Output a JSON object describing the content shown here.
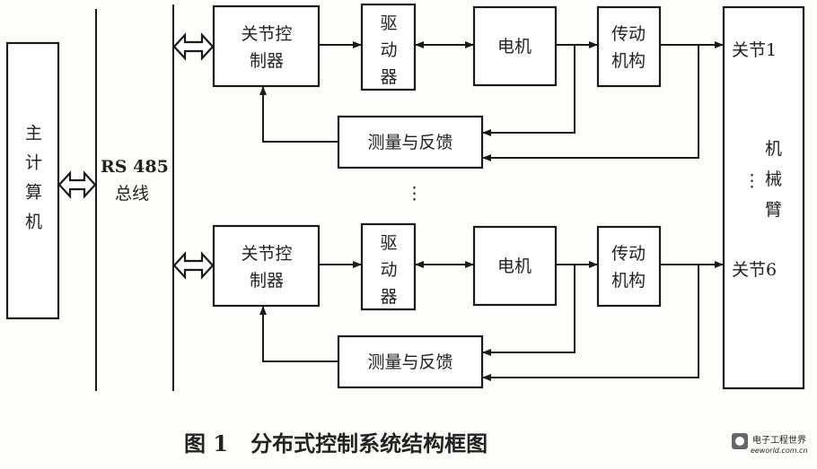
{
  "diagram": {
    "main_computer": "主计算机",
    "bus_label_line1": "RS 485",
    "bus_label_line2": "总线",
    "joint_controller": [
      "关节控",
      "制器"
    ],
    "driver": [
      "驱",
      "动",
      "器"
    ],
    "motor": "电机",
    "transmission": [
      "传动",
      "机构"
    ],
    "measurement": "测量与反馈",
    "joint_first": "关节1",
    "joint_last": "关节6",
    "arm": [
      "机",
      "械",
      "臂"
    ],
    "ellipsis": "⋮",
    "caption": "图 1   分布式控制系统结构框图"
  },
  "watermark": {
    "line1": "电子工程世界",
    "line2": "eeworld.com.cn"
  }
}
